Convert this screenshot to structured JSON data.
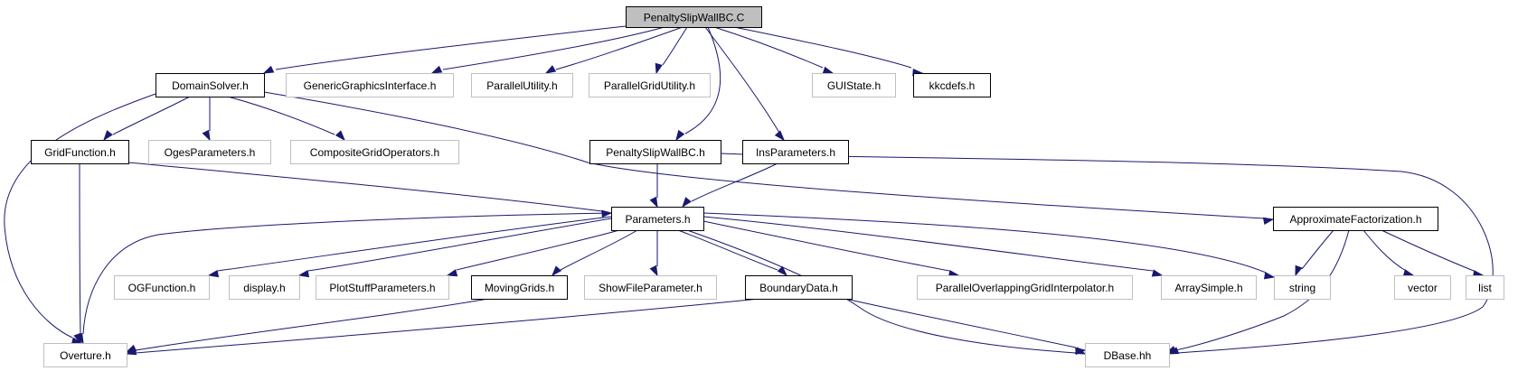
{
  "diagram": {
    "type": "include-dependency-graph",
    "colors": {
      "edge": "#191970",
      "root_fill": "#bfbfbf",
      "documented_border": "#000000",
      "undocumented_border": "#bfbfbf",
      "text": "#000000"
    },
    "nodes": {
      "penaltyslipwallbc_c": "PenaltySlipWallBC.C",
      "domainsolver_h": "DomainSolver.h",
      "genericgraphicsinterface_h": "GenericGraphicsInterface.h",
      "parallelutility_h": "ParallelUtility.h",
      "parallelgridutility_h": "ParallelGridUtility.h",
      "guistate_h": "GUIState.h",
      "kkcdefs_h": "kkcdefs.h",
      "gridfunction_h": "GridFunction.h",
      "ogesparameters_h": "OgesParameters.h",
      "compositegridoperators_h": "CompositeGridOperators.h",
      "penaltyslipwallbc_h": "PenaltySlipWallBC.h",
      "insparameters_h": "InsParameters.h",
      "parameters_h": "Parameters.h",
      "approximatefactorization_h": "ApproximateFactorization.h",
      "ogfunction_h": "OGFunction.h",
      "display_h": "display.h",
      "plotstuffparameters_h": "PlotStuffParameters.h",
      "movinggrids_h": "MovingGrids.h",
      "showfileparameter_h": "ShowFileParameter.h",
      "boundarydata_h": "BoundaryData.h",
      "paralleloverlappinggridinterpolator_h": "ParallelOverlappingGridInterpolator.h",
      "arraysimple_h": "ArraySimple.h",
      "string": "string",
      "vector": "vector",
      "list": "list",
      "overture_h": "Overture.h",
      "dbase_hh": "DBase.hh"
    },
    "edges": [
      [
        "penaltyslipwallbc_c",
        "domainsolver_h"
      ],
      [
        "penaltyslipwallbc_c",
        "genericgraphicsinterface_h"
      ],
      [
        "penaltyslipwallbc_c",
        "parallelutility_h"
      ],
      [
        "penaltyslipwallbc_c",
        "parallelgridutility_h"
      ],
      [
        "penaltyslipwallbc_c",
        "penaltyslipwallbc_h"
      ],
      [
        "penaltyslipwallbc_c",
        "insparameters_h"
      ],
      [
        "penaltyslipwallbc_c",
        "guistate_h"
      ],
      [
        "penaltyslipwallbc_c",
        "kkcdefs_h"
      ],
      [
        "domainsolver_h",
        "gridfunction_h"
      ],
      [
        "domainsolver_h",
        "ogesparameters_h"
      ],
      [
        "domainsolver_h",
        "compositegridoperators_h"
      ],
      [
        "domainsolver_h",
        "overture_h"
      ],
      [
        "domainsolver_h",
        "approximatefactorization_h"
      ],
      [
        "gridfunction_h",
        "parameters_h"
      ],
      [
        "gridfunction_h",
        "overture_h"
      ],
      [
        "penaltyslipwallbc_h",
        "parameters_h"
      ],
      [
        "penaltyslipwallbc_h",
        "dbase_hh"
      ],
      [
        "insparameters_h",
        "parameters_h"
      ],
      [
        "parameters_h",
        "overture_h"
      ],
      [
        "parameters_h",
        "ogfunction_h"
      ],
      [
        "parameters_h",
        "display_h"
      ],
      [
        "parameters_h",
        "plotstuffparameters_h"
      ],
      [
        "parameters_h",
        "movinggrids_h"
      ],
      [
        "parameters_h",
        "showfileparameter_h"
      ],
      [
        "parameters_h",
        "boundarydata_h"
      ],
      [
        "parameters_h",
        "dbase_hh"
      ],
      [
        "parameters_h",
        "paralleloverlappinggridinterpolator_h"
      ],
      [
        "parameters_h",
        "arraysimple_h"
      ],
      [
        "parameters_h",
        "string"
      ],
      [
        "approximatefactorization_h",
        "string"
      ],
      [
        "approximatefactorization_h",
        "dbase_hh"
      ],
      [
        "approximatefactorization_h",
        "vector"
      ],
      [
        "approximatefactorization_h",
        "list"
      ],
      [
        "movinggrids_h",
        "overture_h"
      ],
      [
        "boundarydata_h",
        "overture_h"
      ],
      [
        "boundarydata_h",
        "dbase_hh"
      ]
    ]
  }
}
